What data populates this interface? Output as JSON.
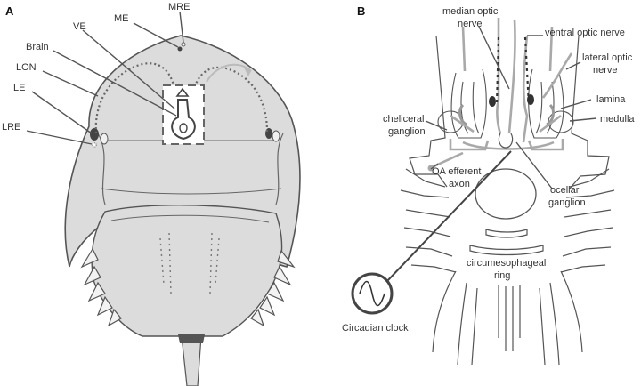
{
  "panels": {
    "a": "A",
    "b": "B"
  },
  "panel_a_labels": {
    "mre": "MRE",
    "me": "ME",
    "ve": "VE",
    "brain": "Brain",
    "lon": "LON",
    "le": "LE",
    "lre": "LRE"
  },
  "panel_b_labels": {
    "median_optic_1": "median optic",
    "median_optic_2": "nerve",
    "ventral_optic": "ventral optic nerve",
    "lateral_optic_1": "lateral optic",
    "lateral_optic_2": "nerve",
    "lamina": "lamina",
    "medulla": "medulla",
    "cheliceral_1": "cheliceral",
    "cheliceral_2": "ganglion",
    "oa_1": "OA efferent",
    "oa_2": "axon",
    "ocellar_1": "ocellar",
    "ocellar_2": "ganglion",
    "circum_1": "circumesophageal",
    "circum_2": "ring",
    "clock": "Circadian clock"
  },
  "colors": {
    "carapace": "#dcdcdc",
    "outline": "#555555",
    "nerve": "#a9a9a9",
    "dotted_path": "#666666"
  }
}
